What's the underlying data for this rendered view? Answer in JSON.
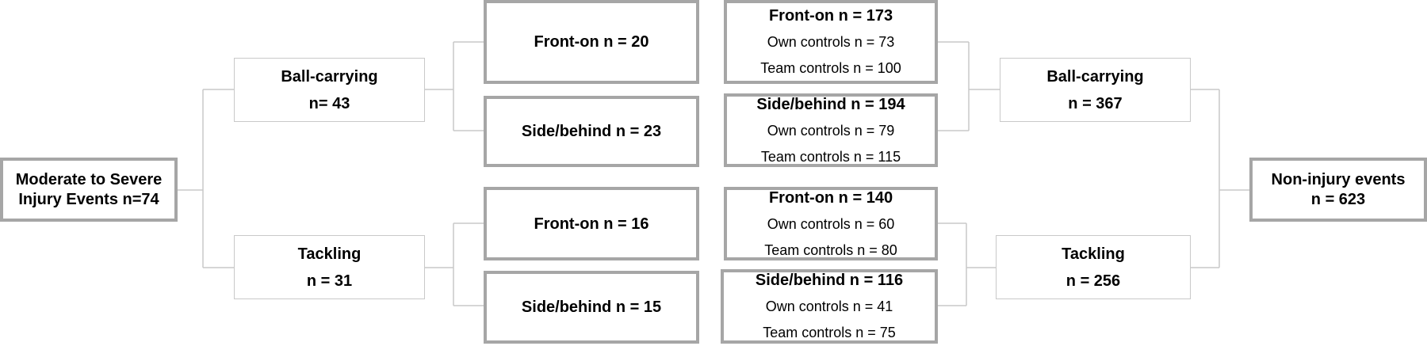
{
  "injury": {
    "root": {
      "line1": "Moderate to Severe",
      "line2": "Injury Events n=74"
    },
    "ball_carrying": {
      "title": "Ball-carrying",
      "count": "n= 43"
    },
    "tackling": {
      "title": "Tackling",
      "count": "n = 31"
    },
    "bc_front": "Front-on n = 20",
    "bc_side": "Side/behind n = 23",
    "tk_front": "Front-on n = 16",
    "tk_side": "Side/behind n = 15"
  },
  "non_injury": {
    "root": {
      "line1": "Non-injury events",
      "line2": "n = 623"
    },
    "ball_carrying": {
      "title": "Ball-carrying",
      "count": "n = 367"
    },
    "tackling": {
      "title": "Tackling",
      "count": "n = 256"
    },
    "bc_front": {
      "title": "Front-on n = 173",
      "own": "Own controls n = 73",
      "team": "Team controls n = 100"
    },
    "bc_side": {
      "title": "Side/behind n = 194",
      "own": "Own controls n = 79",
      "team": "Team controls n = 115"
    },
    "tk_front": {
      "title": "Front-on n = 140",
      "own": "Own controls n = 60",
      "team": "Team controls n = 80"
    },
    "tk_side": {
      "title": "Side/behind n = 116",
      "own": "Own controls n = 41",
      "team": "Team controls n = 75"
    }
  }
}
